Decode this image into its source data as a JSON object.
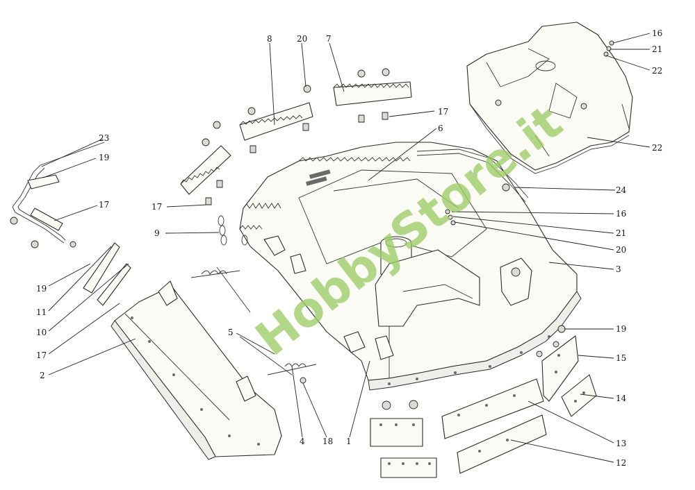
{
  "watermark": "HobbyStore.it",
  "callouts": [
    {
      "id": "c1",
      "label": "1"
    },
    {
      "id": "c2",
      "label": "2"
    },
    {
      "id": "c3",
      "label": "3"
    },
    {
      "id": "c4",
      "label": "4"
    },
    {
      "id": "c5",
      "label": "5"
    },
    {
      "id": "c6",
      "label": "6"
    },
    {
      "id": "c7",
      "label": "7"
    },
    {
      "id": "c8",
      "label": "8"
    },
    {
      "id": "c9",
      "label": "9"
    },
    {
      "id": "c10",
      "label": "10"
    },
    {
      "id": "c11",
      "label": "11"
    },
    {
      "id": "c12",
      "label": "12"
    },
    {
      "id": "c13",
      "label": "13"
    },
    {
      "id": "c14",
      "label": "14"
    },
    {
      "id": "c15",
      "label": "15"
    },
    {
      "id": "c16a",
      "label": "16"
    },
    {
      "id": "c16b",
      "label": "16"
    },
    {
      "id": "c17a",
      "label": "17"
    },
    {
      "id": "c17b",
      "label": "17"
    },
    {
      "id": "c17c",
      "label": "17"
    },
    {
      "id": "c17d",
      "label": "17"
    },
    {
      "id": "c18",
      "label": "18"
    },
    {
      "id": "c19a",
      "label": "19"
    },
    {
      "id": "c19b",
      "label": "19"
    },
    {
      "id": "c19c",
      "label": "19"
    },
    {
      "id": "c19d",
      "label": "19"
    },
    {
      "id": "c20a",
      "label": "20"
    },
    {
      "id": "c20b",
      "label": "20"
    },
    {
      "id": "c21a",
      "label": "21"
    },
    {
      "id": "c21b",
      "label": "21"
    },
    {
      "id": "c22",
      "label": "22"
    },
    {
      "id": "c23",
      "label": "23"
    },
    {
      "id": "c24",
      "label": "24"
    }
  ]
}
